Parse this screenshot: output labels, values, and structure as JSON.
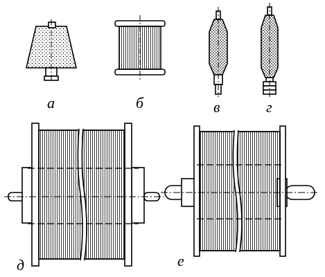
{
  "labels": {
    "a": "а",
    "b": "б",
    "v": "в",
    "g": "г",
    "d": "д",
    "e": "е"
  },
  "colors": {
    "ink": "#000000",
    "background": "#ffffff"
  }
}
